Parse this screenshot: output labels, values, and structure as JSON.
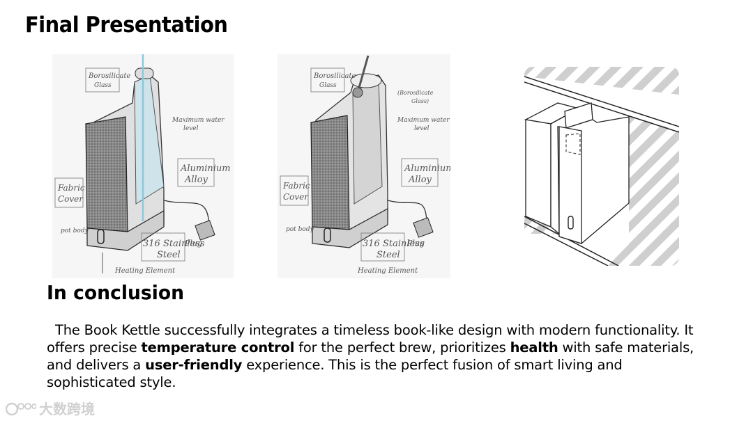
{
  "slide": {
    "title": "Final Presentation",
    "conclusion_heading": "In conclusion",
    "conclusion_parts": [
      "  The Book Kettle successfully integrates a timeless book-like design with modern functionality. It offers precise ",
      "temperature control",
      " for the perfect brew, prioritizes ",
      "health",
      " with safe materials, and delivers a ",
      "user-friendly",
      " experience. This is the perfect fusion of smart living and sophisticated style."
    ],
    "watermark": "大数跨境"
  },
  "sketch_labels": {
    "borosilicate_glass": "Borosilicate Glass",
    "borosilicate_glass_paren": "(Borosilicate Glass)",
    "maximum_water_level": "Maximum water level",
    "aluminium_alloy": "Aluminium Alloy",
    "fabric_cover": "Fabric Cover",
    "pot_body": "pot body",
    "stainless_steel": "316 Stainless Steel",
    "plug": "Plug",
    "heating_element": "Heating Element"
  }
}
